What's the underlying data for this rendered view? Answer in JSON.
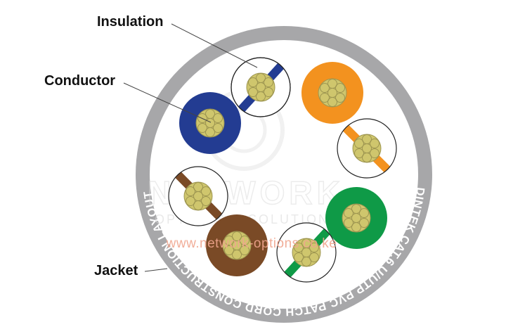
{
  "labels": {
    "insulation": "Insulation",
    "conductor": "Conductor",
    "jacket": "Jacket"
  },
  "jacket_text": "DINTEK CAT.6 U/UTP PVC PATCH CORD CONSTRUCTION LAYOUT",
  "watermark": {
    "brand": "NETWORK",
    "sub": "OPTIONS & SOLUTIONS",
    "url": "www.network-options.co.ke"
  },
  "colors": {
    "jacket": "#a7a7a9",
    "blue": "#233c92",
    "orange": "#f3921f",
    "green": "#0f9a47",
    "brown": "#7a4a26",
    "conductor": "#cfc66d",
    "watermark_url": "#f0a58e"
  },
  "pairs": [
    {
      "name": "blue-pair",
      "solid": "blue",
      "stripe": "blue"
    },
    {
      "name": "orange-pair",
      "solid": "orange",
      "stripe": "orange"
    },
    {
      "name": "green-pair",
      "solid": "green",
      "stripe": "green"
    },
    {
      "name": "brown-pair",
      "solid": "brown",
      "stripe": "brown"
    }
  ]
}
